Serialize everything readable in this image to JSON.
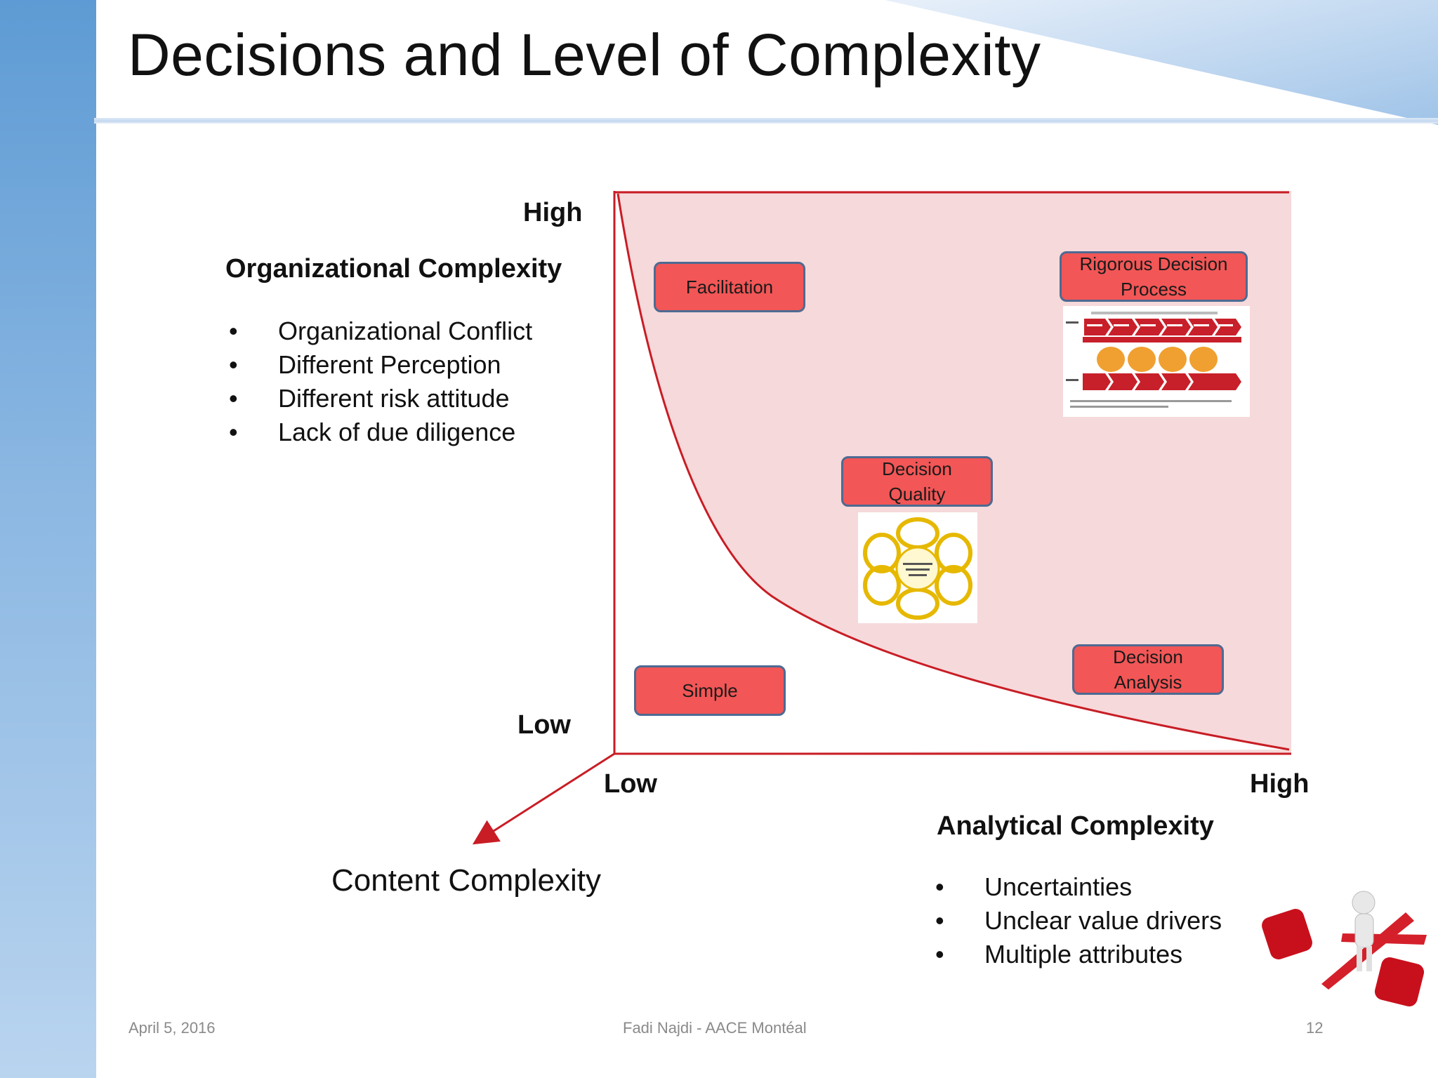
{
  "title": "Decisions and Level of Complexity",
  "y_axis": {
    "high_label": "High",
    "low_label": "Low"
  },
  "x_axis": {
    "low_label": "Low",
    "high_label": "High"
  },
  "organizational": {
    "heading": "Organizational Complexity",
    "bullet_glyph": "•",
    "items": [
      "Organizational Conflict",
      "Different Perception",
      "Different risk attitude",
      "Lack of due diligence"
    ]
  },
  "analytical": {
    "heading": "Analytical Complexity",
    "bullet_glyph": "•",
    "items": [
      "Uncertainties",
      "Unclear value drivers",
      "Multiple attributes"
    ]
  },
  "content_complexity": "Content Complexity",
  "nodes": {
    "facilitation": "Facilitation",
    "rigorous_line1": "Rigorous Decision",
    "rigorous_line2": "Process",
    "decision_quality_line1": "Decision",
    "decision_quality_line2": "Quality",
    "decision_analysis_line1": "Decision",
    "decision_analysis_line2": "Analysis",
    "simple": "Simple"
  },
  "colors": {
    "node_fill": "#f25656",
    "node_border": "#4d6a92",
    "region_fill": "#f6d9da",
    "curve": "#c81d25"
  },
  "footer": {
    "date": "April 5, 2016",
    "author": "Fadi Najdi - AACE Montéal",
    "page": "12"
  }
}
